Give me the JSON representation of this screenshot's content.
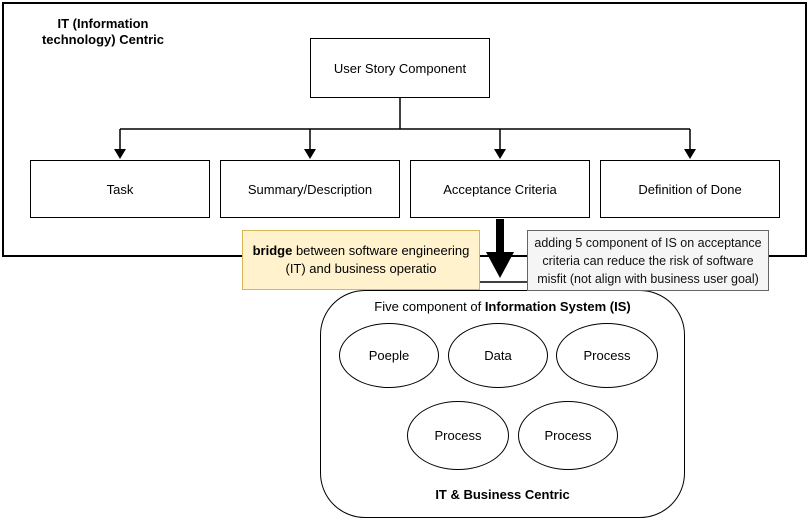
{
  "labels": {
    "it_centric_line1": "IT (Information",
    "it_centric_line2": "technology) Centric",
    "it_business_centric": "IT & Business Centric"
  },
  "tree": {
    "root": "User Story Component",
    "children": [
      "Task",
      "Summary/Description",
      "Acceptance Criteria",
      "Definition of Done"
    ]
  },
  "annotations": {
    "bridge_bold": "bridge",
    "bridge_line1_rest": " between software engineering",
    "bridge_line2": "(IT) and business operatio",
    "note_lines": [
      "adding 5 component of IS on acceptance",
      "criteria  can reduce the risk of software",
      "misfit (not align with business user goal)"
    ]
  },
  "is_container": {
    "title_prefix": "Five component of ",
    "title_bold": "Information System (IS)",
    "ellipses": [
      "Poeple",
      "Data",
      "Process",
      "Process",
      "Process"
    ]
  },
  "colors": {
    "line": "#000000",
    "bridge_fill": "#fff2cc",
    "bridge_border": "#d6b656",
    "note_fill": "#f5f5f5",
    "note_border": "#666666"
  }
}
